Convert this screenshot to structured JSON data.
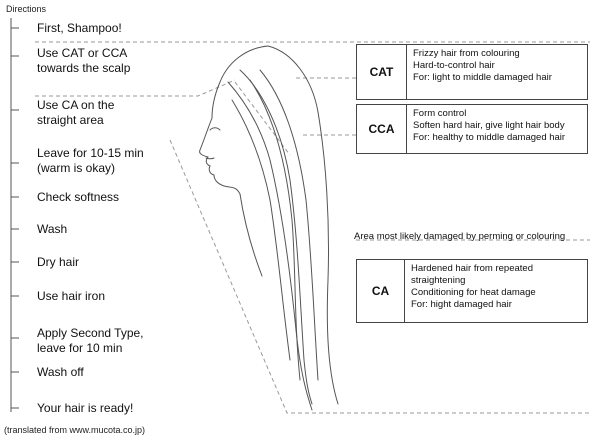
{
  "heading": "Directions",
  "steps": [
    {
      "line1": "First, Shampoo!",
      "line2": ""
    },
    {
      "line1": "Use CAT or CCA",
      "line2": "towards the scalp"
    },
    {
      "line1": "Use CA on the",
      "line2": "straight area"
    },
    {
      "line1": "Leave for 10-15 min",
      "line2": "(warm is okay)"
    },
    {
      "line1": "Check softness",
      "line2": ""
    },
    {
      "line1": "Wash",
      "line2": ""
    },
    {
      "line1": "Dry hair",
      "line2": ""
    },
    {
      "line1": "Use hair iron",
      "line2": ""
    },
    {
      "line1": "Apply Second Type,",
      "line2": "leave for 10 min"
    },
    {
      "line1": "Wash off",
      "line2": ""
    },
    {
      "line1": "Your hair is ready!",
      "line2": ""
    }
  ],
  "products": {
    "cat": {
      "code": "CAT",
      "lines": [
        "Frizzy hair from colouring",
        "Hard-to-control hair",
        "For: light to middle damaged hair"
      ]
    },
    "cca": {
      "code": "CCA",
      "lines": [
        "Form control",
        "Soften hard hair, give light hair body",
        "For: healthy to middle damaged hair"
      ]
    },
    "ca": {
      "code": "CA",
      "lines": [
        "Hardened hair from repeated",
        "straightening",
        "Conditioning for heat damage",
        "For: hight damaged hair"
      ]
    }
  },
  "area_note": "Area most likely damaged by perming or colouring",
  "source_note": "(translated from www.mucota.co.jp)",
  "colors": {
    "line": "#555555",
    "dash": "#999999",
    "text": "#111111"
  }
}
